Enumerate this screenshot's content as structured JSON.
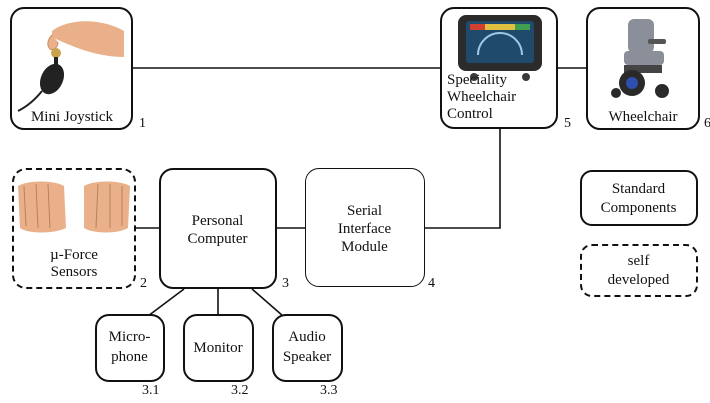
{
  "nodes": {
    "mini_joystick": {
      "label": "Mini Joystick",
      "number": "1"
    },
    "wheelchair_control": {
      "label_lines": [
        "Speciality",
        "Wheelchair",
        "Control"
      ],
      "number": "5"
    },
    "wheelchair": {
      "label": "Wheelchair",
      "number": "6"
    },
    "force_sensors": {
      "label_lines": [
        "µ-Force",
        "Sensors"
      ],
      "number": "2"
    },
    "personal_computer": {
      "label_lines": [
        "Personal",
        "Computer"
      ],
      "number": "3"
    },
    "serial_interface": {
      "label_lines": [
        "Serial",
        "Interface",
        "Module"
      ],
      "number": "4"
    },
    "microphone": {
      "label_lines": [
        "Micro-",
        "phone"
      ],
      "number": "3.1"
    },
    "monitor": {
      "label": "Monitor",
      "number": "3.2"
    },
    "audio_speaker": {
      "label_lines": [
        "Audio",
        "Speaker"
      ],
      "number": "3.3"
    }
  },
  "legend": {
    "standard": {
      "label_lines": [
        "Standard",
        "Components"
      ]
    },
    "self_developed": {
      "label_lines": [
        "self",
        "developed"
      ]
    }
  },
  "colors": {
    "line": "#111111",
    "skin": "#e9b089",
    "screen": "#1f4a6b",
    "device": "#2b2b2b",
    "chair_seat": "#8a8f99",
    "chair_wheel": "#2a2a2a",
    "chair_accent": "#2d4fb0"
  }
}
